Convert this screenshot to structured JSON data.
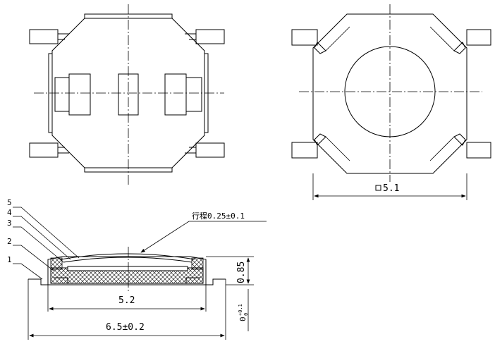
{
  "labels": {
    "travel": "行程0.25±0.1",
    "dim_width_top": "5.1",
    "dim_inner": "5.2",
    "dim_outer": "6.5±0.2",
    "dim_height": "0.85",
    "dim_small_base": "0",
    "dim_small_sup": "+0.1",
    "dim_small_sub": "0"
  },
  "callouts": [
    "5",
    "4",
    "3",
    "2",
    "1"
  ]
}
